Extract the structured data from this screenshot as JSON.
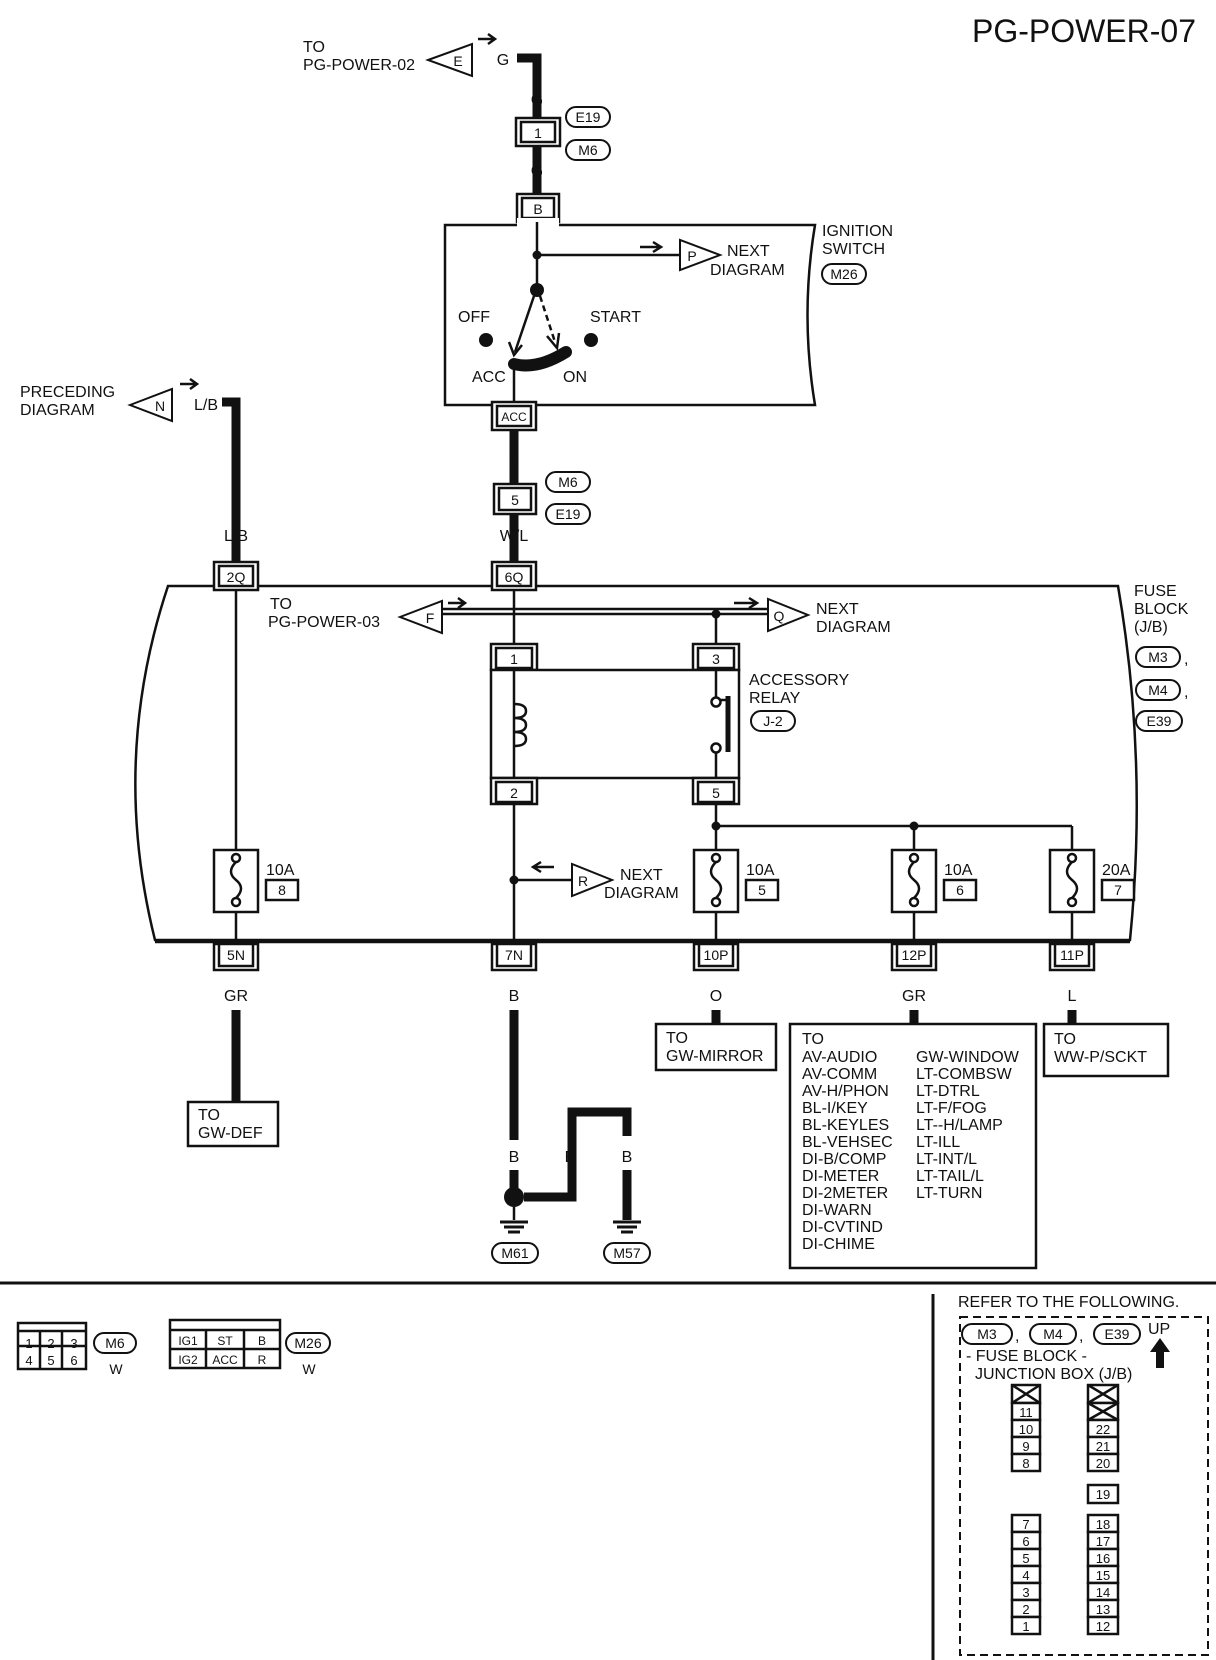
{
  "title": "PG-POWER-07",
  "top": {
    "to_label_1": "TO",
    "to_label_2": "PG-POWER-02",
    "conn_letter": "E",
    "wire_g": "G",
    "conn_pin": "1",
    "conn_e19": "E19",
    "conn_m6": "M6",
    "ign_pin_b": "B"
  },
  "ignition_switch": {
    "label_1": "IGNITION",
    "label_2": "SWITCH",
    "conn": "M26",
    "next_letter": "P",
    "next_1": "NEXT",
    "next_2": "DIAGRAM",
    "off": "OFF",
    "start": "START",
    "acc": "ACC",
    "on": "ON",
    "acc_pin": "ACC",
    "wire_l": "L",
    "pin5": "5",
    "wire_wl": "W/L"
  },
  "preceding": {
    "label_1": "PRECEDING",
    "label_2": "DIAGRAM",
    "letter": "N",
    "wire": "L/B"
  },
  "fuse_block": {
    "label_1": "FUSE",
    "label_2": "BLOCK",
    "label_3": "(J/B)",
    "conns": [
      "M3",
      "M4",
      "E39"
    ],
    "comma": ",",
    "pin_2q": "2Q",
    "pin_6q": "6Q",
    "to_1": "TO",
    "to_2": "PG-POWER-03",
    "to_letter": "F",
    "next_q_letter": "Q",
    "next_1": "NEXT",
    "next_2": "DIAGRAM",
    "next_r_letter": "R",
    "relay_label_1": "ACCESSORY",
    "relay_label_2": "RELAY",
    "relay_conn": "J-2",
    "relay_pins": [
      "1",
      "3",
      "2",
      "5"
    ],
    "fuses": [
      {
        "amps": "10A",
        "num": "8",
        "pin": "5N",
        "wire": "GR"
      },
      {
        "amps": "10A",
        "num": "5",
        "pin": "10P",
        "wire": "O"
      },
      {
        "amps": "10A",
        "num": "6",
        "pin": "12P",
        "wire": "GR"
      },
      {
        "amps": "20A",
        "num": "7",
        "pin": "11P",
        "wire": "L"
      }
    ],
    "pin_7n": "7N",
    "wire_b": "B"
  },
  "destinations": {
    "gw_def": [
      "TO",
      "GW-DEF"
    ],
    "gw_mirror": [
      "TO",
      "GW-MIRROR"
    ],
    "ww_psckt": [
      "TO",
      "WW-P/SCKT"
    ],
    "list_to": "TO",
    "list_col1": [
      "AV-AUDIO",
      "AV-COMM",
      "AV-H/PHON",
      "BL-I/KEY",
      "BL-KEYLES",
      "BL-VEHSEC",
      "DI-B/COMP",
      "DI-METER",
      "DI-2METER",
      "DI-WARN",
      "DI-CVTIND",
      "DI-CHIME"
    ],
    "list_col2": [
      "GW-WINDOW",
      "LT-COMBSW",
      "LT-DTRL",
      "LT-F/FOG",
      "LT--H/LAMP",
      "LT-ILL",
      "LT-INT/L",
      "LT-TAIL/L",
      "LT-TURN"
    ]
  },
  "grounds": {
    "wire_b": "B",
    "m61": "M61",
    "m57": "M57"
  },
  "connector_faces": {
    "m6": {
      "pins_top": [
        "1",
        "2",
        "3"
      ],
      "pins_bottom": [
        "4",
        "5",
        "6"
      ],
      "id": "M6",
      "color": "W"
    },
    "m26": {
      "pins_top": [
        "IG1",
        "ST",
        "B"
      ],
      "pins_bottom": [
        "IG2",
        "ACC",
        "R"
      ],
      "id": "M26",
      "color": "W"
    }
  },
  "refer": {
    "heading": "REFER TO THE FOLLOWING.",
    "conns": [
      "M3",
      "M4",
      "E39"
    ],
    "comma": ",",
    "up": "UP",
    "label_1": "- FUSE BLOCK -",
    "label_2": "JUNCTION BOX (J/B)",
    "left_col_top": [
      "11",
      "10",
      "9",
      "8"
    ],
    "left_col_bottom": [
      "7",
      "6",
      "5",
      "4",
      "3",
      "2",
      "1"
    ],
    "right_col_top": [
      "22",
      "21",
      "20"
    ],
    "right_mid": "19",
    "right_col_bottom": [
      "18",
      "17",
      "16",
      "15",
      "14",
      "13",
      "12"
    ]
  }
}
